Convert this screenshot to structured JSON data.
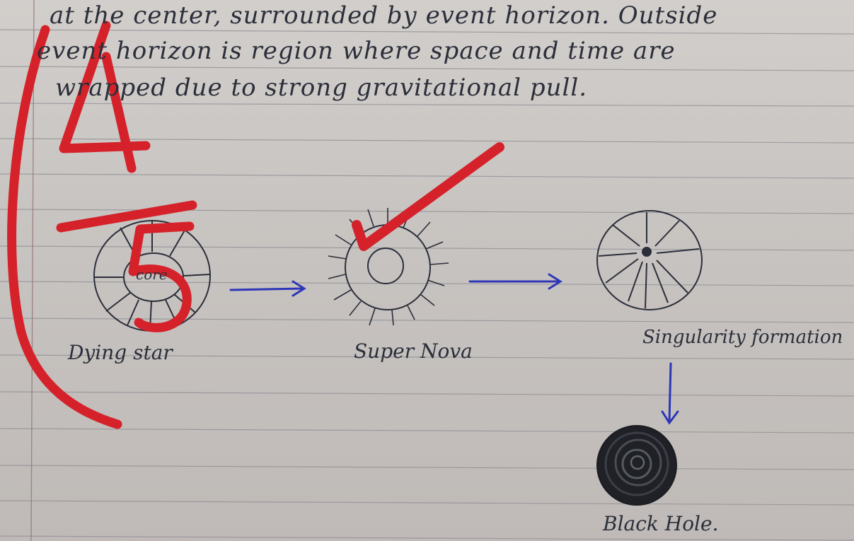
{
  "notes": {
    "line1": "at the center, surrounded by event horizon. Outside",
    "line2": "event horizon is region where space and time are",
    "line3": "wrapped due to strong gravitational pull."
  },
  "diagram": {
    "stage1_label": "Dying star",
    "core_label": "core",
    "stage2_label": "Super Nova",
    "stage3_label": "Singularity formation",
    "stage4_label": "Black Hole."
  },
  "grading": {
    "score": "4",
    "out_of": "5",
    "mark": "tick",
    "ink_color": "#d5222a"
  },
  "colors": {
    "pencil": "#2b2f3a",
    "arrow_ink": "#2d36b8",
    "paper_rule": "#8f8d96",
    "margin_rule": "#8a6f74"
  }
}
